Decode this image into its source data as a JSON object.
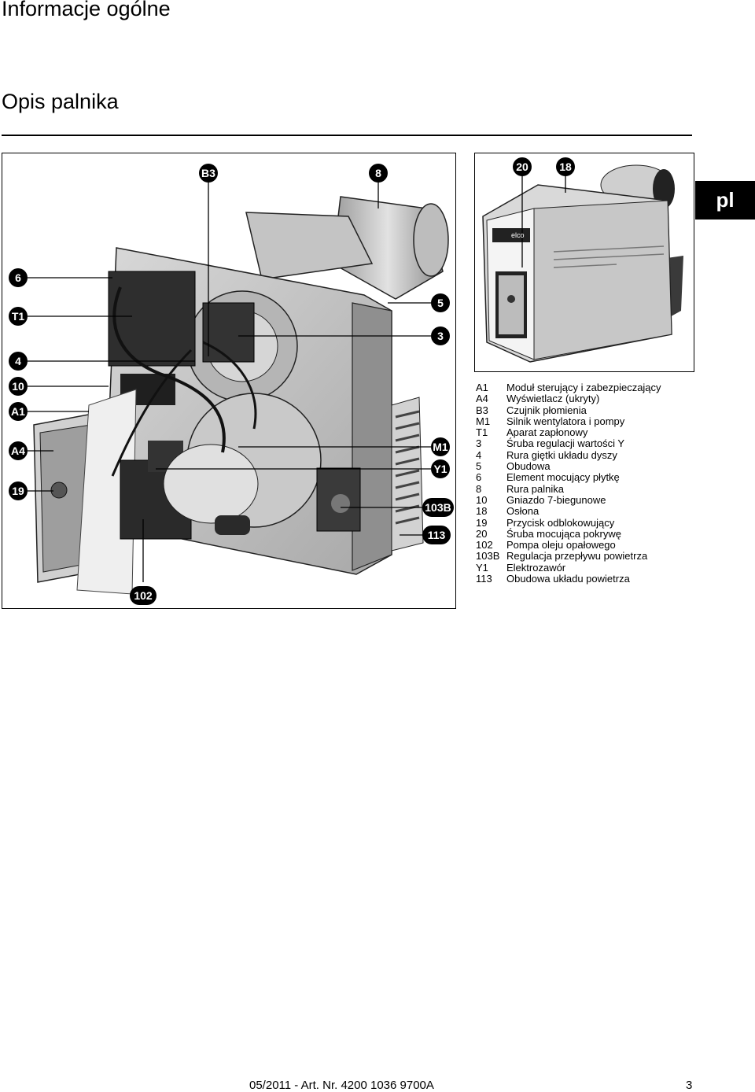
{
  "header": {
    "title": "Informacje ogólne"
  },
  "section": {
    "title": "Opis palnika"
  },
  "lang_tab": {
    "label": "pl"
  },
  "figure_main": {
    "callouts": [
      "B3",
      "8",
      "6",
      "T1",
      "5",
      "3",
      "4",
      "10",
      "A1",
      "A4",
      "M1",
      "Y1",
      "19",
      "103B",
      "113",
      "102"
    ]
  },
  "figure_side": {
    "callouts": [
      "20",
      "18"
    ],
    "brand_label": "elco"
  },
  "legend": [
    {
      "code": "A1",
      "text": "Moduł sterujący i zabezpieczający"
    },
    {
      "code": "A4",
      "text": "Wyświetlacz (ukryty)"
    },
    {
      "code": "B3",
      "text": "Czujnik płomienia"
    },
    {
      "code": "M1",
      "text": "Silnik wentylatora i pompy"
    },
    {
      "code": "T1",
      "text": "Aparat zapłonowy"
    },
    {
      "code": "3",
      "text": "Śruba regulacji wartości Y"
    },
    {
      "code": "4",
      "text": "Rura giętki układu dyszy"
    },
    {
      "code": "5",
      "text": "Obudowa"
    },
    {
      "code": "6",
      "text": "Element mocujący płytkę"
    },
    {
      "code": "8",
      "text": "Rura palnika"
    },
    {
      "code": "10",
      "text": "Gniazdo 7-biegunowe"
    },
    {
      "code": "18",
      "text": "Osłona"
    },
    {
      "code": "19",
      "text": "Przycisk odblokowujący"
    },
    {
      "code": "20",
      "text": "Śruba mocująca pokrywę"
    },
    {
      "code": "102",
      "text": "Pompa oleju opałowego"
    },
    {
      "code": "103B",
      "text": "Regulacja przepływu powietrza"
    },
    {
      "code": "Y1",
      "text": "Elektrozawór"
    },
    {
      "code": "113",
      "text": "Obudowa układu powietrza"
    }
  ],
  "footer": {
    "reference": "05/2011 - Art. Nr. 4200 1036 9700A",
    "page_number": "3"
  }
}
